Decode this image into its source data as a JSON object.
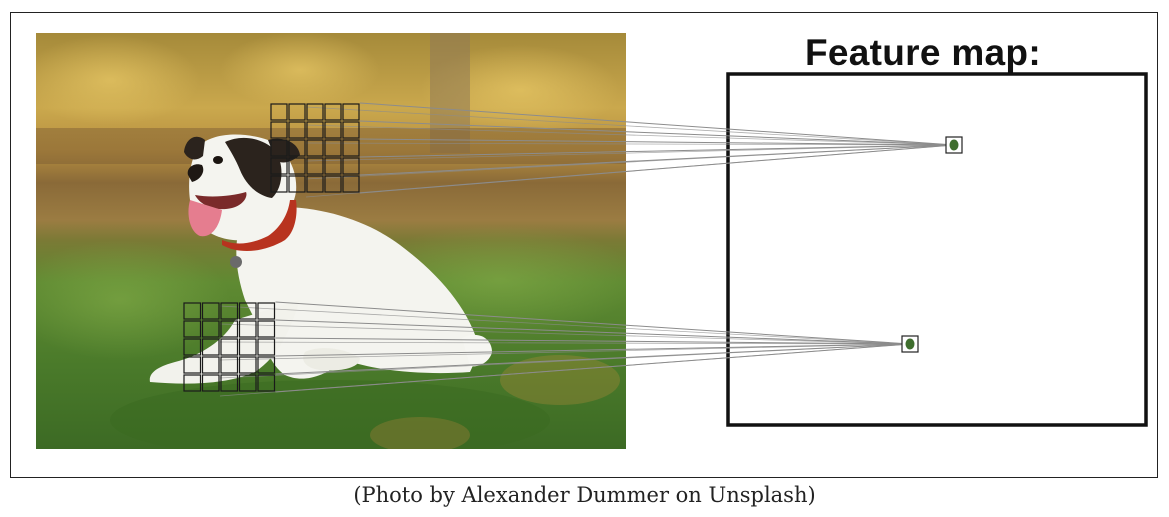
{
  "feature_map": {
    "title": "Feature map:"
  },
  "caption": "(Photo by Alexander Dummer on Unsplash)",
  "colors": {
    "photo_sky": "#c9a24a",
    "photo_water": "#9a7a3e",
    "grass": "#4f7d2c",
    "dog_body": "#f6f6f2",
    "dog_patch": "#2b231d",
    "collar": "#b8331f",
    "grid_line": "#1a1a1a",
    "connector_line": "#8c8c8c",
    "feature_dot": "#3f6e2e",
    "map_border": "#111111"
  },
  "receptive_fields": [
    {
      "name": "head-patch",
      "rows": 5,
      "cols": 5
    },
    {
      "name": "leg-patch",
      "rows": 5,
      "cols": 5
    }
  ]
}
